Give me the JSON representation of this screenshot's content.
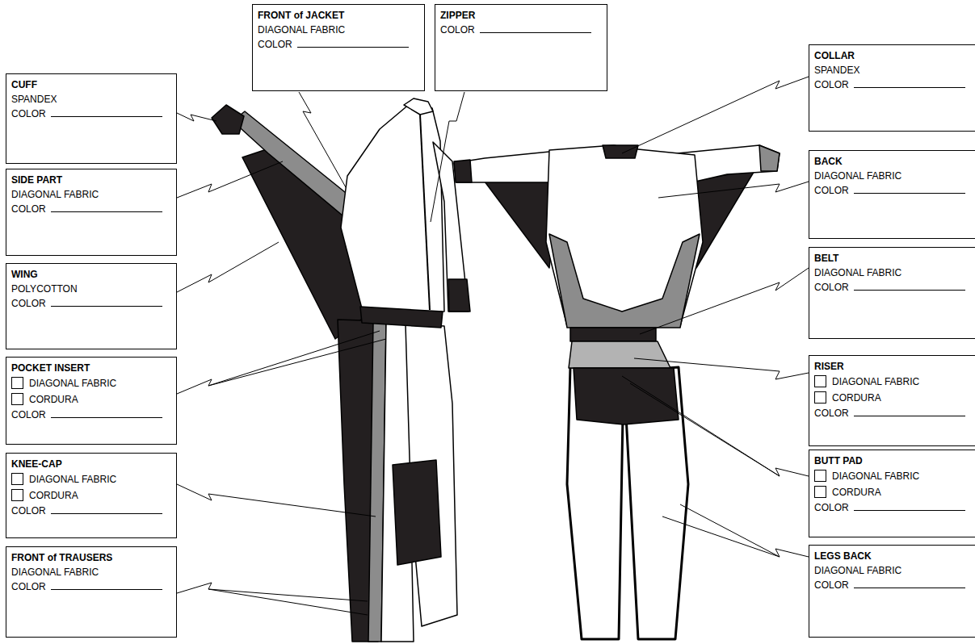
{
  "diagram": {
    "nodes": [
      {
        "text": [
          "FRONT of JACKET",
          "DIAGONAL FABRIC",
          "COLOR"
        ]
      },
      {
        "text": [
          "ZIPPER",
          "COLOR"
        ]
      },
      {
        "text": [
          "CUFF",
          "SPANDEX",
          "COLOR"
        ]
      },
      {
        "text": [
          "SIDE PART",
          "DIAGONAL FABRIC",
          "COLOR"
        ]
      },
      {
        "text": [
          "WING",
          "POLYCOTTON",
          "COLOR"
        ]
      },
      {
        "text": [
          "POCKET INSERT",
          "DIAGONAL FABRIC",
          "CORDURA",
          "COLOR"
        ]
      },
      {
        "text": [
          "KNEE-CAP",
          "DIAGONAL FABRIC",
          "CORDURA",
          "COLOR"
        ]
      },
      {
        "text": [
          "FRONT of TRAUSERS",
          "DIAGONAL FABRIC",
          "COLOR"
        ]
      },
      {
        "text": [
          "COLLAR",
          "SPANDEX",
          "COLOR"
        ]
      },
      {
        "text": [
          "BACK",
          "DIAGONAL FABRIC",
          "COLOR"
        ]
      },
      {
        "text": [
          "BELT",
          "DIAGONAL FABRIC",
          "COLOR"
        ]
      },
      {
        "text": [
          "RISER",
          "DIAGONAL FABRIC",
          "CORDURA",
          "COLOR"
        ]
      },
      {
        "text": [
          "BUTT PAD",
          "DIAGONAL FABRIC",
          "CORDURA",
          "COLOR"
        ]
      },
      {
        "text": [
          "LEGS BACK",
          "DIAGONAL FABRIC",
          "COLOR"
        ]
      }
    ]
  }
}
